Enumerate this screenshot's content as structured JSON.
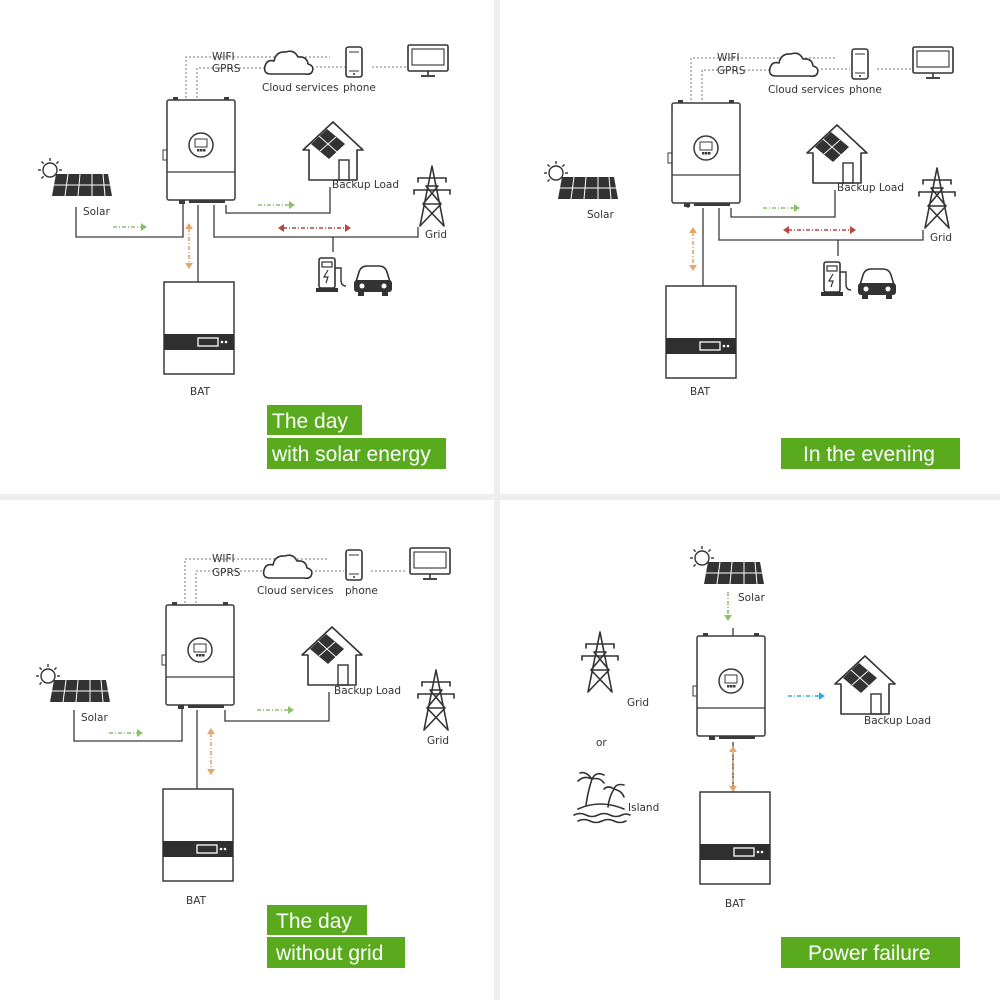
{
  "colors": {
    "accent_green": "#5aaa1e",
    "flow_green": "#8cc06a",
    "flow_orange": "#e8a56a",
    "flow_red": "#b5473d",
    "flow_blue": "#3aa7d8",
    "divider": "#eeeeee"
  },
  "labels": {
    "wifi": "WIFI",
    "gprs": "GPRS",
    "cloud": "Cloud services",
    "phone": "phone",
    "solar": "Solar",
    "backup": "Backup Load",
    "grid": "Grid",
    "bat": "BAT",
    "or": "or",
    "island": "Island"
  },
  "panels": [
    {
      "id": "day-solar",
      "banner_lines": [
        "The day",
        "with solar energy"
      ]
    },
    {
      "id": "evening",
      "banner_lines": [
        "In the evening"
      ]
    },
    {
      "id": "day-no-grid",
      "banner_lines": [
        "The day",
        "without grid"
      ]
    },
    {
      "id": "power-failure",
      "banner_lines": [
        "Power failure"
      ]
    }
  ],
  "icons": [
    "inverter-icon",
    "battery-icon",
    "solar-panel-icon",
    "house-icon",
    "grid-tower-icon",
    "ev-charger-icon",
    "car-icon",
    "cloud-icon",
    "phone-icon",
    "monitor-icon",
    "island-icon"
  ]
}
